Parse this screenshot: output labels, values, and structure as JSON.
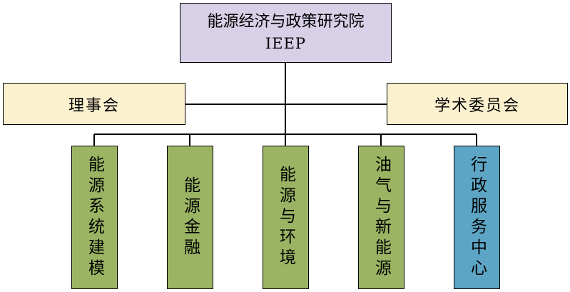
{
  "root": {
    "title": "能源经济与政策研究院",
    "abbr": "IEEP"
  },
  "side_nodes": {
    "left": "理事会",
    "right": "学术委员会"
  },
  "departments": [
    "能源系统建模",
    "能源金融",
    "能源与环境",
    "油气与新能源",
    "行政服务中心"
  ],
  "colors": {
    "root_fill": "#d7d0e6",
    "side_fill": "#fcf1cf",
    "dept_fill": "#9bb463",
    "admin_fill": "#5da5c5",
    "stroke": "#000000"
  }
}
